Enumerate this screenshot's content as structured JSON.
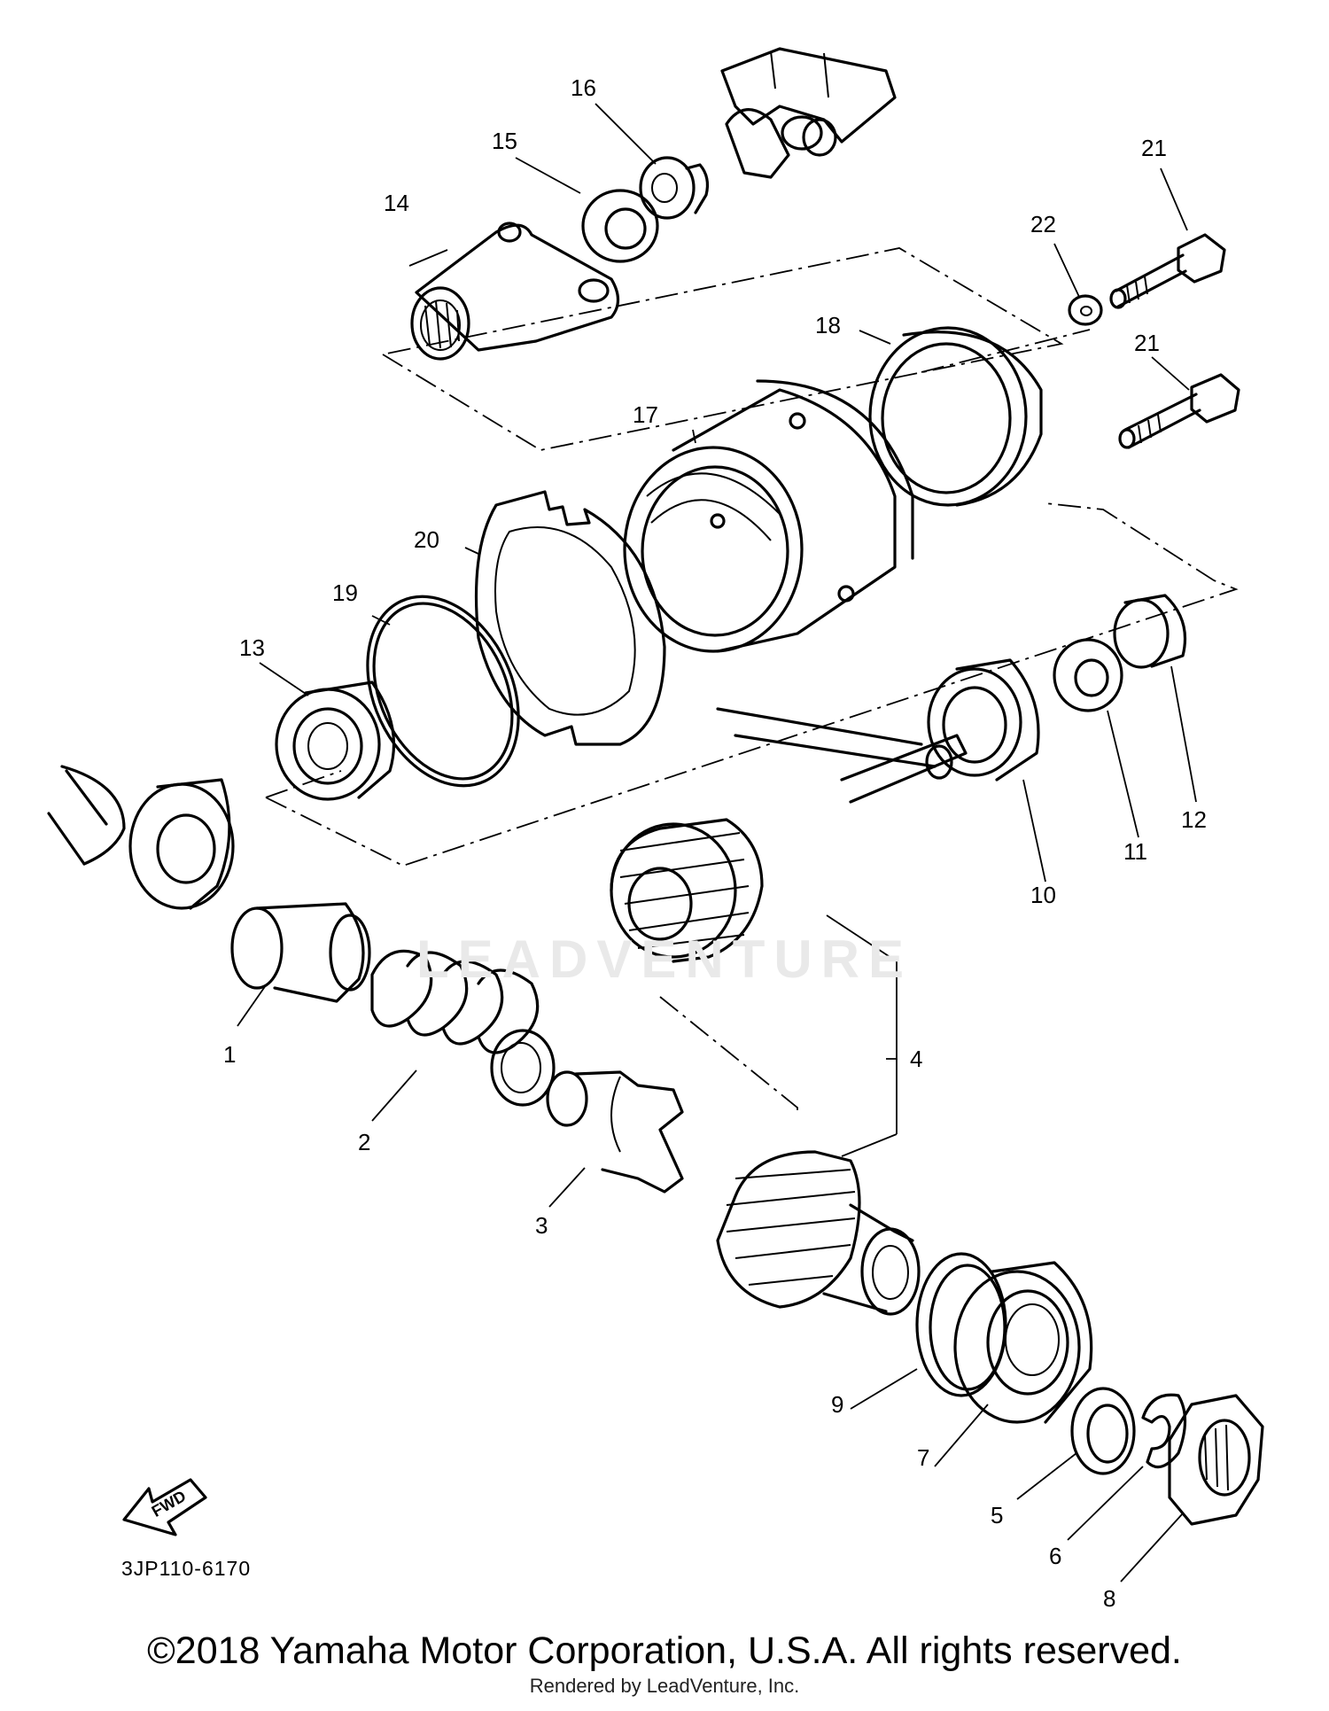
{
  "diagram": {
    "drawing_code": "3JP110-6170",
    "copyright": "©2018 Yamaha Motor Corporation, U.S.A. All rights reserved.",
    "rendered_by": "Rendered by LeadVenture, Inc.",
    "watermark": "LEADVENTURE",
    "fwd_label": "FWD",
    "callouts": [
      {
        "id": "c1",
        "text": "1"
      },
      {
        "id": "c2",
        "text": "2"
      },
      {
        "id": "c3",
        "text": "3"
      },
      {
        "id": "c4",
        "text": "4"
      },
      {
        "id": "c5",
        "text": "5"
      },
      {
        "id": "c6",
        "text": "6"
      },
      {
        "id": "c7",
        "text": "7"
      },
      {
        "id": "c8",
        "text": "8"
      },
      {
        "id": "c9",
        "text": "9"
      },
      {
        "id": "c10",
        "text": "10"
      },
      {
        "id": "c11",
        "text": "11"
      },
      {
        "id": "c12",
        "text": "12"
      },
      {
        "id": "c13",
        "text": "13"
      },
      {
        "id": "c14",
        "text": "14"
      },
      {
        "id": "c15",
        "text": "15"
      },
      {
        "id": "c16",
        "text": "16"
      },
      {
        "id": "c17",
        "text": "17"
      },
      {
        "id": "c18",
        "text": "18"
      },
      {
        "id": "c19",
        "text": "19"
      },
      {
        "id": "c20",
        "text": "20"
      },
      {
        "id": "c21a",
        "text": "21"
      },
      {
        "id": "c21b",
        "text": "21"
      },
      {
        "id": "c22",
        "text": "22"
      }
    ]
  }
}
